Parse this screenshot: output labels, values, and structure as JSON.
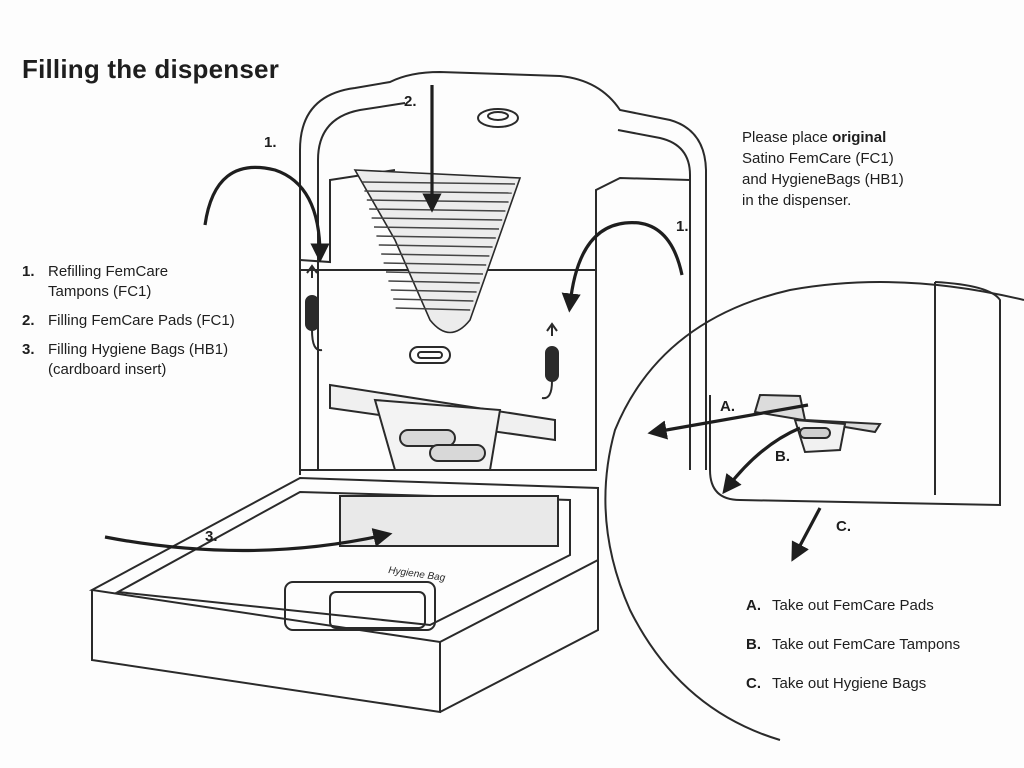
{
  "title": "Filling the dispenser",
  "steps": [
    {
      "num": "1.",
      "line1": "Refilling FemCare",
      "line2": "Tampons (FC1)"
    },
    {
      "num": "2.",
      "line1": "Filling FemCare Pads (FC1)",
      "line2": ""
    },
    {
      "num": "3.",
      "line1": "Filling Hygiene Bags (HB1)",
      "line2": "(cardboard insert)"
    }
  ],
  "note": {
    "line1_pre": "Please place ",
    "line1_bold": "original",
    "line2": "Satino FemCare (FC1)",
    "line3": "and HygieneBags (HB1)",
    "line4": "in the dispenser."
  },
  "removal": [
    {
      "key": "A.",
      "text": "Take out FemCare Pads"
    },
    {
      "key": "B.",
      "text": "Take out FemCare Tampons"
    },
    {
      "key": "C.",
      "text": "Take out Hygiene Bags"
    }
  ],
  "callouts": {
    "one_left": "1.",
    "two": "2.",
    "one_right": "1.",
    "three": "3.",
    "a": "A.",
    "b": "B.",
    "c": "C."
  },
  "bag_slot_text": "Hygiene Bag",
  "colors": {
    "ink": "#1e1e1e",
    "line": "#2a2a2a",
    "fill_light": "#e6e6e6",
    "fill_mid": "#bdbdbd"
  }
}
